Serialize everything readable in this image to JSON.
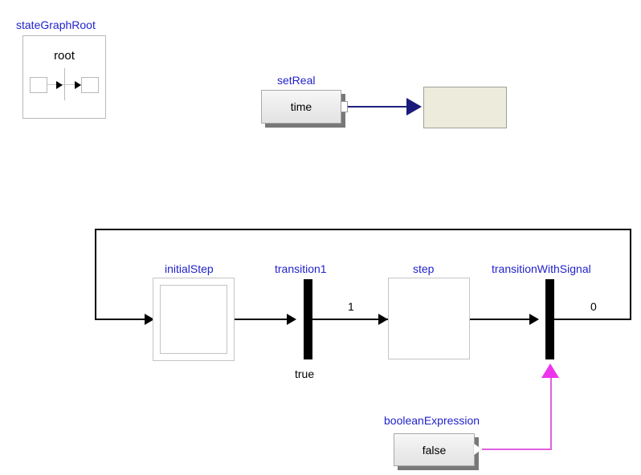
{
  "diagram": {
    "title_labels": {
      "state_graph_root": "stateGraphRoot",
      "set_real": "setReal",
      "initial_step": "initialStep",
      "transition1": "transition1",
      "step": "step",
      "transition_with_signal": "transitionWithSignal",
      "boolean_expression": "booleanExpression"
    },
    "blocks": {
      "state_graph_root": {
        "label": "stateGraphRoot",
        "icon_text": "root"
      },
      "set_real": {
        "label": "setReal",
        "value_text": "time",
        "port": "real-output-port"
      },
      "target_block": {
        "label": "",
        "fill": "#edebdc"
      },
      "initial_step": {
        "label": "initialStep",
        "kind": "initial-step"
      },
      "transition1": {
        "label": "transition1",
        "condition_text": "true",
        "delay_text": "1"
      },
      "step": {
        "label": "step",
        "kind": "step"
      },
      "transition_with_signal": {
        "label": "transitionWithSignal",
        "delay_text": "0"
      },
      "boolean_expression": {
        "label": "booleanExpression",
        "value_text": "false",
        "port": "boolean-output-port"
      }
    },
    "colors": {
      "component_label": "#2222cc",
      "signal_real": "#202080",
      "signal_boolean": "#e060e0",
      "transition_bar": "#000000",
      "flow_line": "#000000",
      "target_fill": "#edebdc",
      "source_face": "#ededed",
      "source_shadow": "#787878",
      "step_border": "#c5c5c5"
    }
  }
}
